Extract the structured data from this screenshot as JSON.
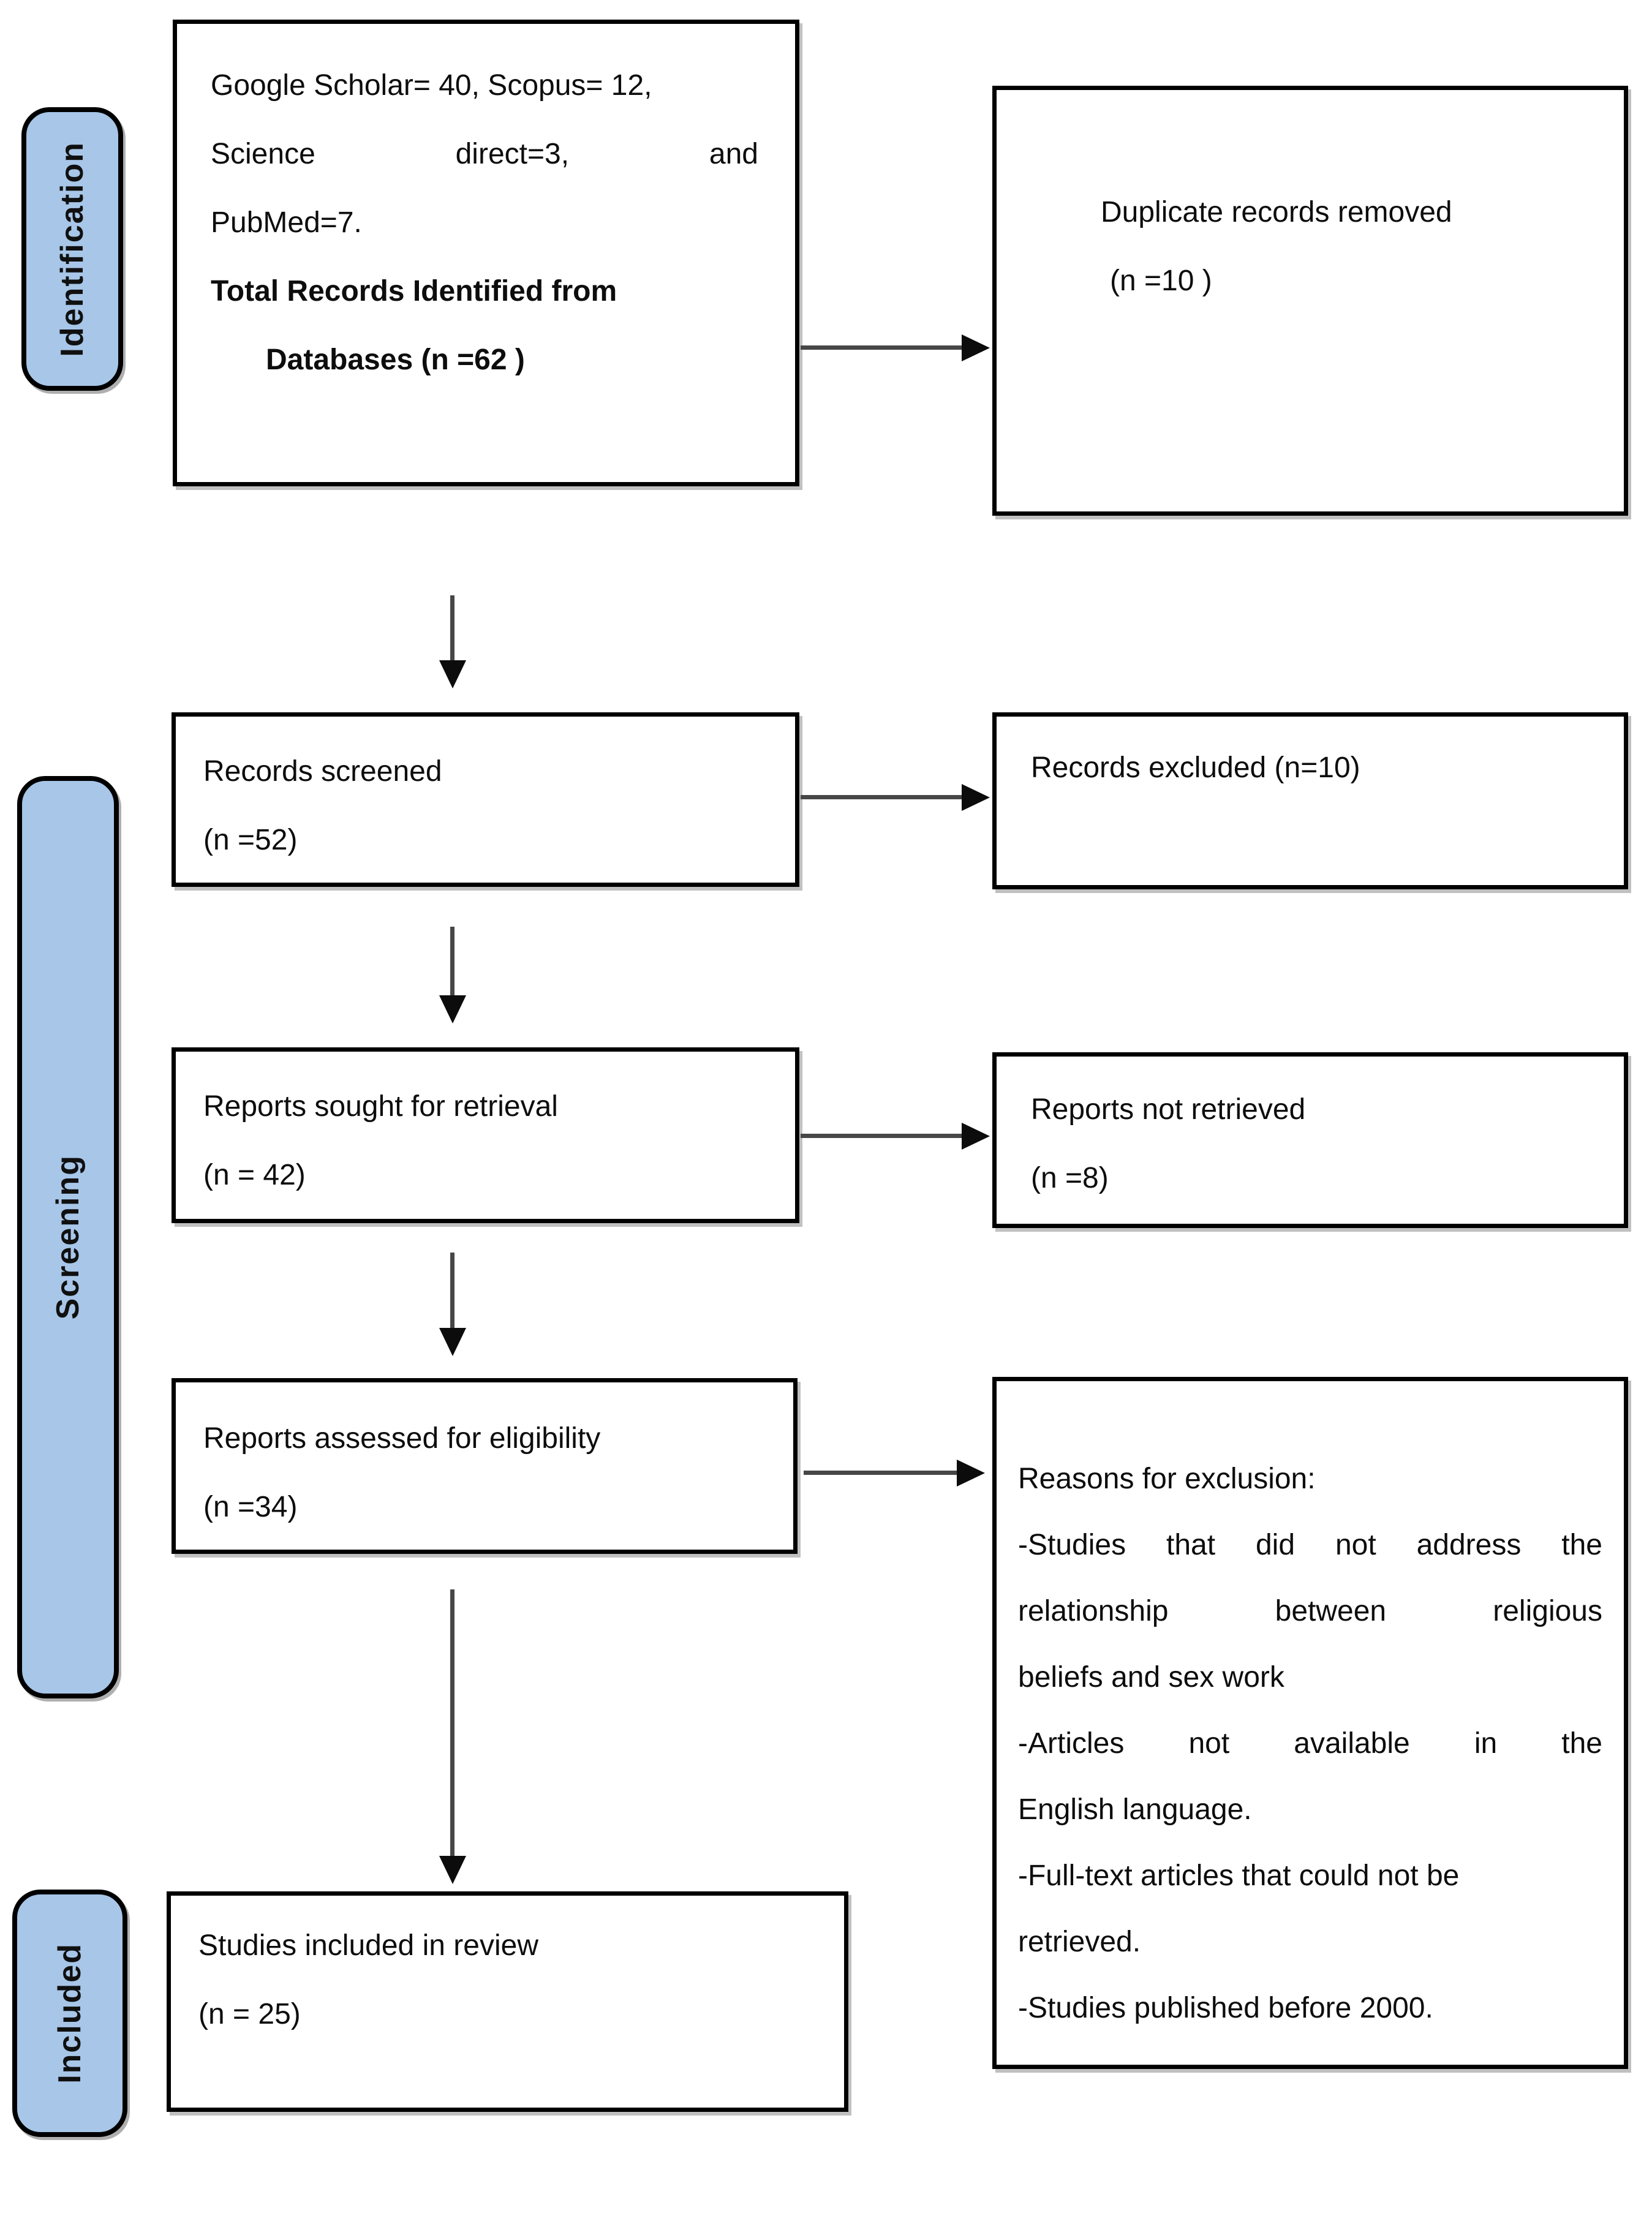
{
  "colors": {
    "capsule_fill": "#a7c6e8",
    "box_border": "#000000",
    "arrow": "#474747",
    "text": "#0d0d0d"
  },
  "stages": {
    "identification": "Identification",
    "screening": "Screening",
    "included": "Included"
  },
  "boxes": {
    "identified": {
      "line1": "Google Scholar= 40, Scopus= 12,",
      "line2_word1": "Science",
      "line2_word2": "direct=3,",
      "line2_word3": "and",
      "line3": "PubMed=7.",
      "line4": "Total Records Identified from",
      "line5": "Databases (n =62 )"
    },
    "duplicates": {
      "line1": "Duplicate records removed",
      "line2": "(n =10 )"
    },
    "screened": {
      "line1": "Records screened",
      "line2": "(n =52)"
    },
    "excluded": {
      "line1": "Records excluded (n=10)"
    },
    "sought": {
      "line1": "Reports sought for retrieval",
      "line2": "(n = 42)"
    },
    "not_retrieved": {
      "line1": "Reports not retrieved",
      "line2": "(n =8)"
    },
    "assessed": {
      "line1": "Reports assessed for eligibility",
      "line2": "(n =34)"
    },
    "reasons": {
      "lines": [
        "Reasons for exclusion:",
        "-Studies that did not address the",
        "relationship between religious",
        "beliefs and sex work",
        "-Articles not available in the",
        "English language.",
        "-Full-text articles that could not be",
        "retrieved.",
        "-Studies published before 2000."
      ]
    },
    "included_review": {
      "line1": "Studies included in review",
      "line2": "(n = 25)"
    }
  }
}
